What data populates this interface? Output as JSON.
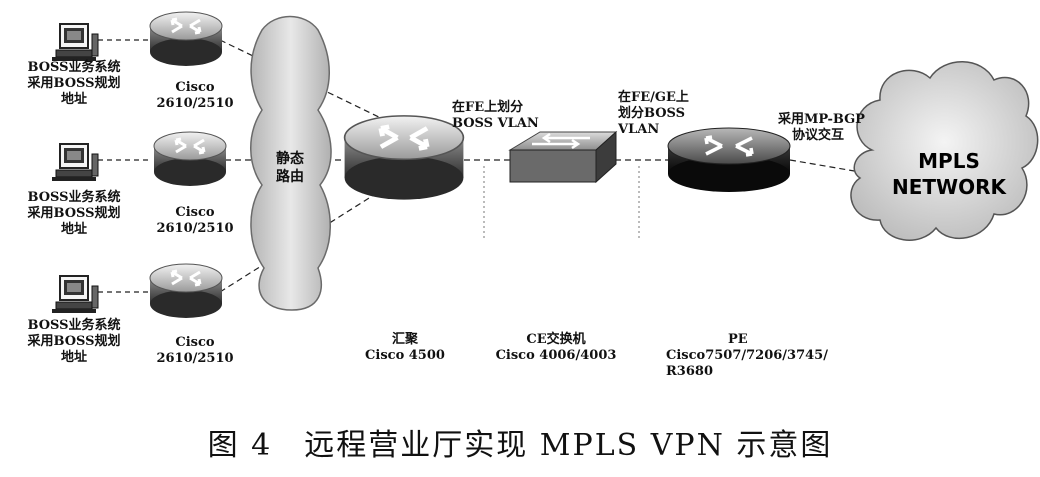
{
  "caption": "图 4　远程营业厅实现 MPLS VPN 示意图",
  "hosts": [
    {
      "label_lines": [
        "BOSS业务系统",
        "采用BOSS规划",
        "地址"
      ]
    },
    {
      "label_lines": [
        "BOSS业务系统",
        "采用BOSS规划",
        "地址"
      ]
    },
    {
      "label_lines": [
        "BOSS业务系统",
        "采用BOSS规划",
        "地址"
      ]
    }
  ],
  "branch_routers": [
    {
      "label_lines": [
        "Cisco",
        "2610/2510"
      ]
    },
    {
      "label_lines": [
        "Cisco",
        "2610/2510"
      ]
    },
    {
      "label_lines": [
        "Cisco",
        "2610/2510"
      ]
    }
  ],
  "static_cloud": {
    "label_lines": [
      "静态",
      "路由"
    ]
  },
  "aggregation": {
    "label_lines": [
      "汇聚",
      "Cisco 4500"
    ]
  },
  "ce_switch": {
    "label_lines": [
      "CE交换机",
      "Cisco 4006/4003"
    ]
  },
  "pe_router": {
    "label_lines": [
      "PE",
      "Cisco7507/7206/3745/",
      "R3680"
    ]
  },
  "mpls_cloud": {
    "label_lines": [
      "MPLS",
      "NETWORK"
    ]
  },
  "annotations": {
    "fe_vlan": [
      "在FE上划分",
      "BOSS VLAN"
    ],
    "fege_vlan": [
      "在FE/GE上",
      "划分BOSS",
      "VLAN"
    ],
    "mpbgp": [
      "采用MP-BGP",
      "协议交互"
    ]
  }
}
